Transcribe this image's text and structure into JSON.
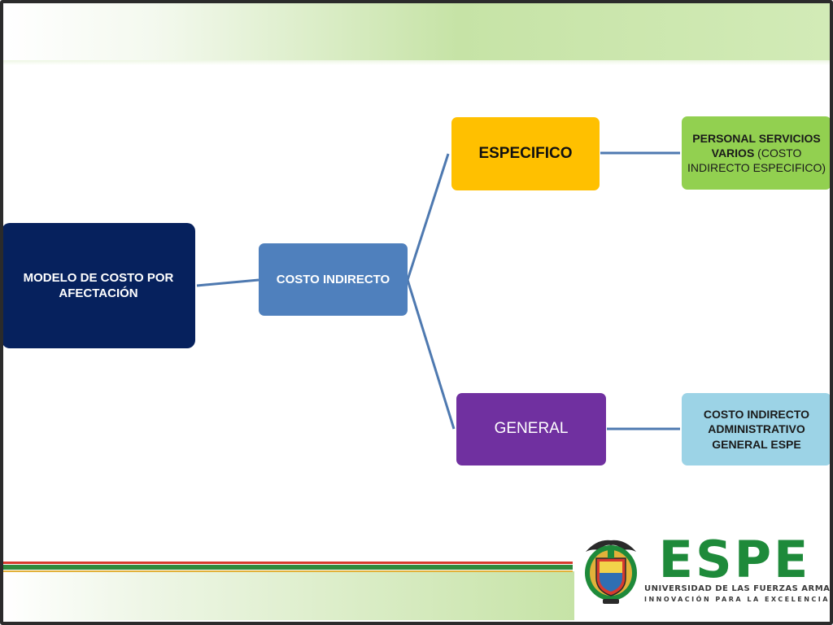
{
  "diagram": {
    "nodes": {
      "root": {
        "label": "MODELO DE COSTO POR AFECTACIÓN"
      },
      "indirecto": {
        "label": "COSTO INDIRECTO"
      },
      "especifico": {
        "label": "ESPECIFICO"
      },
      "general": {
        "label": "GENERAL"
      },
      "personal": {
        "label_bold": "PERSONAL SERVICIOS VARIOS",
        "label_rest": " (COSTO INDIRECTO ESPECIFICO)"
      },
      "administrativo": {
        "label": "COSTO INDIRECTO ADMINISTRATIVO GENERAL ESPE"
      }
    },
    "edges": [
      {
        "from": "root",
        "to": "indirecto"
      },
      {
        "from": "indirecto",
        "to": "especifico"
      },
      {
        "from": "indirecto",
        "to": "general"
      },
      {
        "from": "especifico",
        "to": "personal"
      },
      {
        "from": "general",
        "to": "administrativo"
      }
    ]
  },
  "branding": {
    "wordmark": "ESPE",
    "university": "UNIVERSIDAD DE LAS FUERZAS ARMADAS",
    "slogan": "INNOVACIÓN PARA LA EXCELENCIA"
  },
  "colors": {
    "connector": "#4e79b0",
    "root": "#06215d",
    "indirecto": "#4f80bd",
    "especifico": "#ffc000",
    "general": "#7030a0",
    "personal": "#92d050",
    "administrativo": "#9cd3e6",
    "brand_green": "#1e8a3a"
  }
}
